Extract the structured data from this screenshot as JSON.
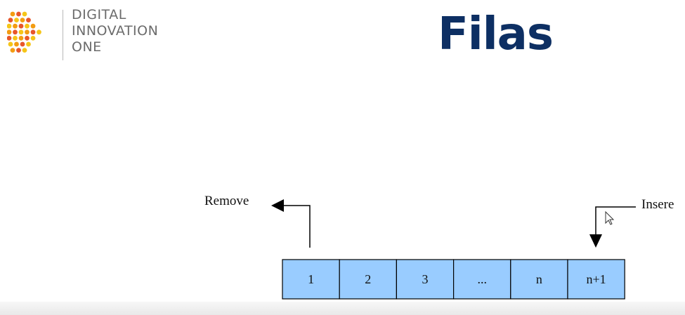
{
  "logo": {
    "lines": [
      "DIGITAL",
      "INNOVATION",
      "ONE"
    ],
    "colors": [
      "#f39c12",
      "#e8562a",
      "#f5c518"
    ]
  },
  "title": "Filas",
  "queue": {
    "cells": [
      "1",
      "2",
      "3",
      "...",
      "n",
      "n+1"
    ],
    "cell_color": "#99ccff",
    "remove_label": "Remove",
    "insert_label": "Insere"
  }
}
